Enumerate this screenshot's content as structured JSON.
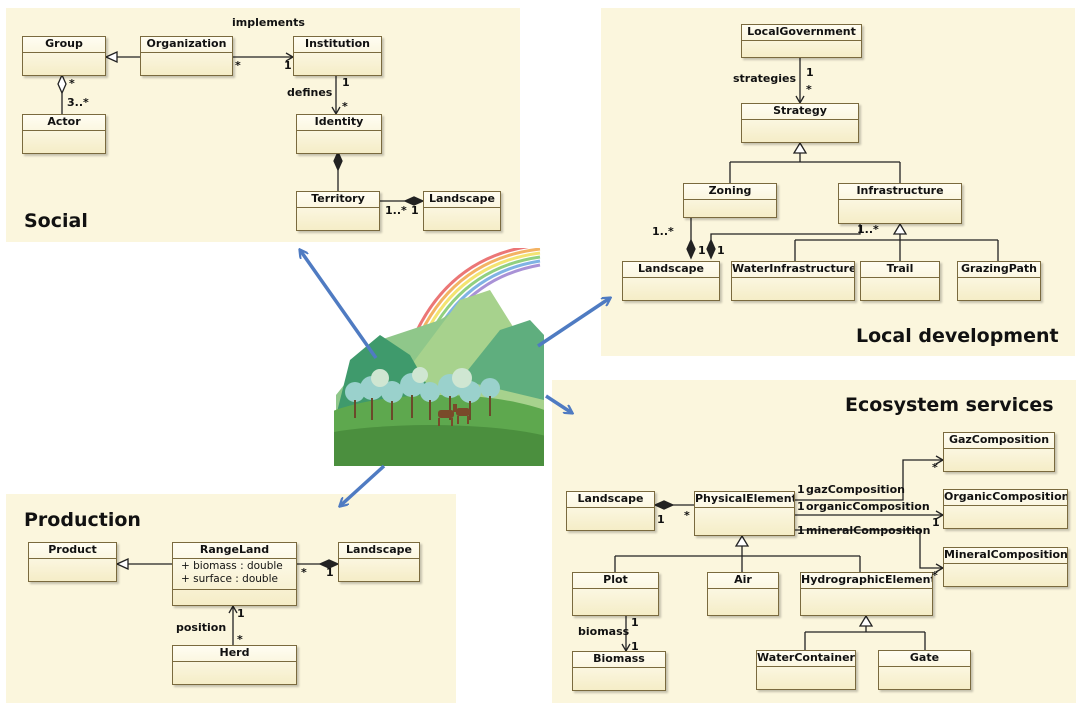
{
  "panels": {
    "social": {
      "title": "Social"
    },
    "local": {
      "title": "Local development"
    },
    "eco": {
      "title": "Ecosystem services"
    },
    "prod": {
      "title": "Production"
    }
  },
  "classes": {
    "group": "Group",
    "organization": "Organization",
    "institution": "Institution",
    "actor": "Actor",
    "identity": "Identity",
    "territory": "Territory",
    "social_landscape": "Landscape",
    "local_government": "LocalGovernment",
    "strategy": "Strategy",
    "zoning": "Zoning",
    "infrastructure": "Infrastructure",
    "local_landscape": "Landscape",
    "water_infrastructure": "WaterInfrastructure",
    "trail": "Trail",
    "grazing_path": "GrazingPath",
    "gaz_composition": "GazComposition",
    "organic_composition": "OrganicComposition",
    "mineral_composition": "MineralComposition",
    "eco_landscape": "Landscape",
    "physical_element": "PhysicalElement",
    "plot": "Plot",
    "air": "Air",
    "hydrographic_element": "HydrographicElement",
    "biomass": "Biomass",
    "water_container": "WaterContainer",
    "gate": "Gate",
    "product": "Product",
    "rangeland": "RangeLand",
    "prod_landscape": "Landscape",
    "herd": "Herd"
  },
  "attributes": {
    "rangeland": [
      "+ biomass : double",
      "+ surface : double"
    ]
  },
  "labels": {
    "implements": "implements",
    "defines": "defines",
    "strategies": "strategies",
    "gaz_composition": "gazComposition",
    "organic_composition": "organicComposition",
    "mineral_composition": "mineralComposition",
    "biomass": "biomass",
    "position": "position"
  },
  "multiplicities": {
    "one": "1",
    "many": "*",
    "one_to_many": "1..*",
    "three_to_many": "3..*"
  },
  "colors": {
    "panel": "#fbf6dd",
    "connector_arrow": "#4f7bc2",
    "class_border": "#7a6a3e"
  }
}
